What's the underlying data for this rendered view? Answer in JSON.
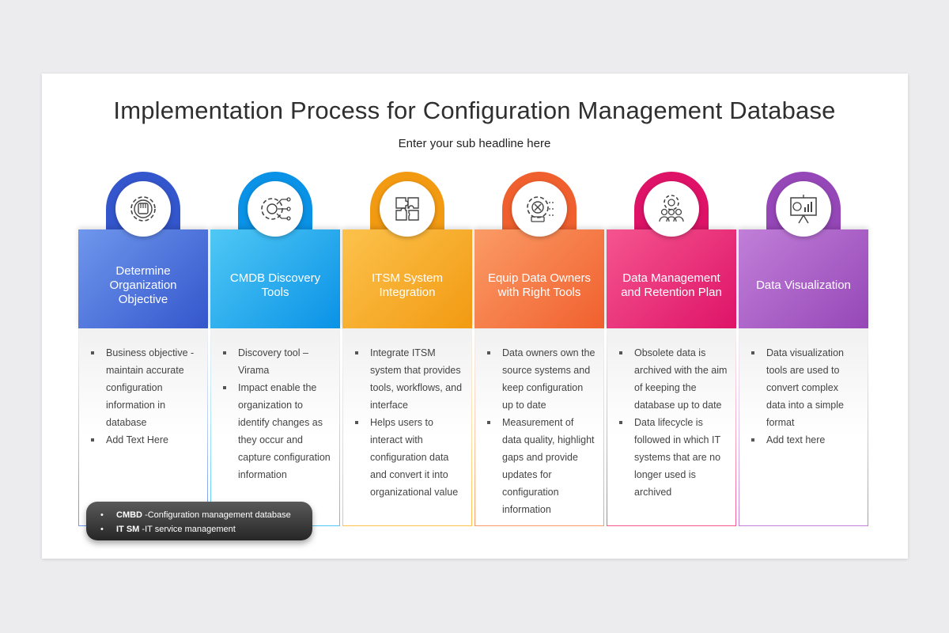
{
  "title": "Implementation Process for Configuration Management Database",
  "subtitle": "Enter your sub headline here",
  "steps": [
    {
      "label": "Determine Organization Objective",
      "icon": "fist-gear-icon",
      "color_light": "#6f97ec",
      "color_dark": "#3456cc",
      "bullets": [
        "Business objective - maintain accurate configuration information in database",
        "Add Text Here"
      ]
    },
    {
      "label": "CMDB Discovery Tools",
      "icon": "circuit-gear-icon",
      "color_light": "#50c8f5",
      "color_dark": "#0a92e6",
      "bullets": [
        "Discovery tool – Virama",
        "Impact enable the organization to identify changes as they occur and capture configuration information"
      ]
    },
    {
      "label": "ITSM System Integration",
      "icon": "puzzle-icon",
      "color_light": "#fcc24c",
      "color_dark": "#f29a12",
      "bullets": [
        "Integrate ITSM system that provides tools, workflows, and interface",
        "Helps users to interact with configuration data and convert it into organizational value"
      ]
    },
    {
      "label": "Equip Data Owners with Right Tools",
      "icon": "tools-gear-icon",
      "color_light": "#fb9b66",
      "color_dark": "#f0602e",
      "bullets": [
        "Data owners own the source systems and keep configuration up to date",
        "Measurement of data quality, highlight gaps and provide updates for configuration information"
      ]
    },
    {
      "label": "Data Management and Retention Plan",
      "icon": "people-gear-icon",
      "color_light": "#f5558f",
      "color_dark": "#de1368",
      "bullets": [
        "Obsolete data is archived with the aim of keeping the database up to date",
        "Data lifecycle is followed in which IT systems that are no longer used is archived"
      ]
    },
    {
      "label": "Data Visualization",
      "icon": "presentation-chart-icon",
      "color_light": "#c17fd8",
      "color_dark": "#9547b7",
      "bullets": [
        "Data visualization tools are used to convert complex data into a simple format",
        "Add text here"
      ]
    }
  ],
  "notes": [
    {
      "term": "CMBD",
      "definition": "-Configuration management database"
    },
    {
      "term": "IT SM",
      "definition": "-IT service management"
    }
  ]
}
